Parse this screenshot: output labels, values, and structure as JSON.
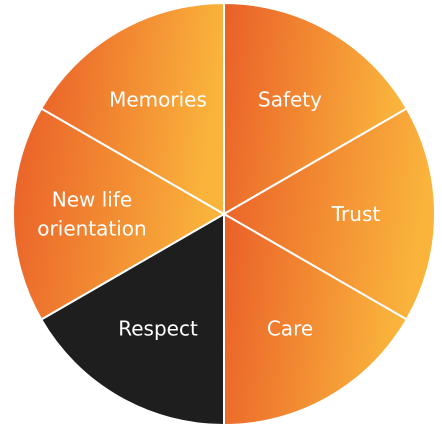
{
  "wheel": {
    "segments": [
      {
        "id": "safety",
        "lines": [
          "Safety"
        ],
        "dark": false
      },
      {
        "id": "trust",
        "lines": [
          "Trust"
        ],
        "dark": false
      },
      {
        "id": "care",
        "lines": [
          "Care"
        ],
        "dark": false
      },
      {
        "id": "respect",
        "lines": [
          "Respect"
        ],
        "dark": true
      },
      {
        "id": "new-life-orientation",
        "lines": [
          "New life",
          "orientation"
        ],
        "dark": false
      },
      {
        "id": "memories",
        "lines": [
          "Memories"
        ],
        "dark": false
      }
    ],
    "colors": {
      "gradient_left": "#ea5f28",
      "gradient_right": "#fab43c",
      "dark_segment": "#1e1e1e",
      "divider": "#ffffff",
      "label": "#ffffff"
    }
  }
}
